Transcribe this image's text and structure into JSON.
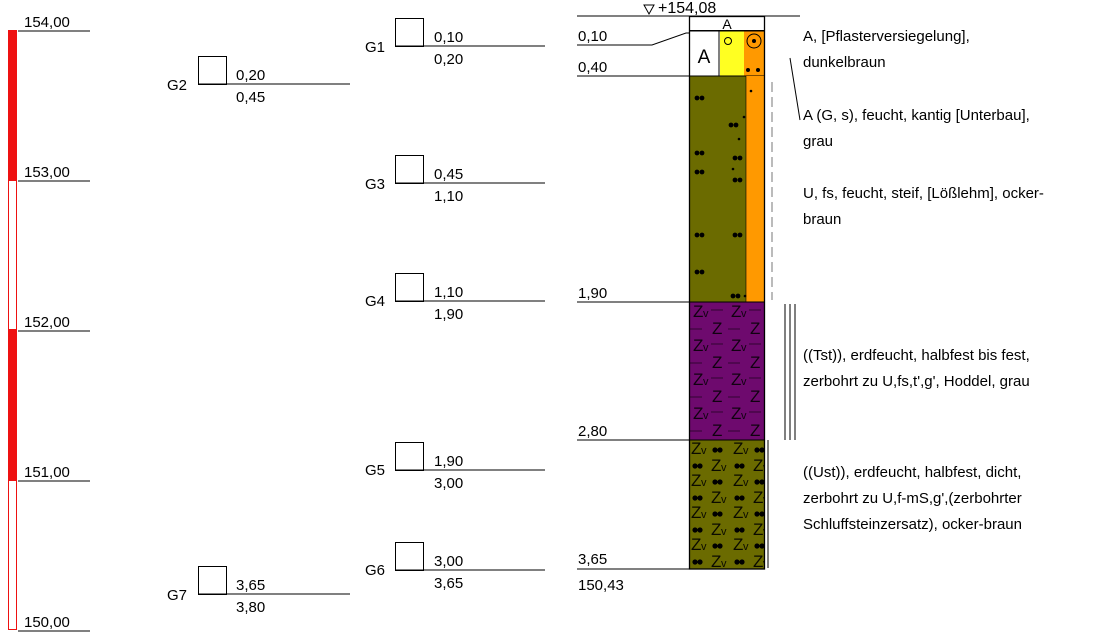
{
  "elevation_scale": {
    "labels": [
      "154,00",
      "153,00",
      "152,00",
      "151,00",
      "150,00"
    ],
    "colors": {
      "solid": "#ee1111",
      "outline": "#ee1111"
    }
  },
  "samples": [
    {
      "id": "G1",
      "top": "0,10",
      "bottom": "0,20"
    },
    {
      "id": "G2",
      "top": "0,20",
      "bottom": "0,45"
    },
    {
      "id": "G3",
      "top": "0,45",
      "bottom": "1,10"
    },
    {
      "id": "G4",
      "top": "1,10",
      "bottom": "1,90"
    },
    {
      "id": "G5",
      "top": "1,90",
      "bottom": "3,00"
    },
    {
      "id": "G6",
      "top": "3,00",
      "bottom": "3,65"
    },
    {
      "id": "G7",
      "top": "3,65",
      "bottom": "3,80"
    }
  ],
  "borehole": {
    "top_elevation": "+154,08",
    "top_marker": "A",
    "layer_a_symbol": "A",
    "depths": [
      "0,10",
      "0,40",
      "1,90",
      "2,80",
      "3,65"
    ],
    "bottom_elevation": "150,43",
    "colors": {
      "gravel": "#ffff22",
      "loess": "#6b6b00",
      "loess_stripe": "#ff9900",
      "clay": "#6e0a6e",
      "silt": "#6b6b00"
    }
  },
  "descriptions": [
    [
      "A, [Pflasterversiegelung],",
      "dunkelbraun"
    ],
    [
      "A (G, s), feucht, kantig [Unterbau],",
      "grau"
    ],
    [
      "U, fs, feucht, steif, [Lößlehm], ocker-",
      "braun"
    ],
    [
      "((Tst)), erdfeucht, halbfest bis fest,",
      "zerbohrt zu U,fs,t',g', Hoddel, grau"
    ],
    [
      "((Ust)), erdfeucht, halbfest, dicht,",
      "zerbohrt zu U,f-mS,g',(zerbohrter",
      "Schluffsteinzersatz), ocker-braun"
    ]
  ]
}
